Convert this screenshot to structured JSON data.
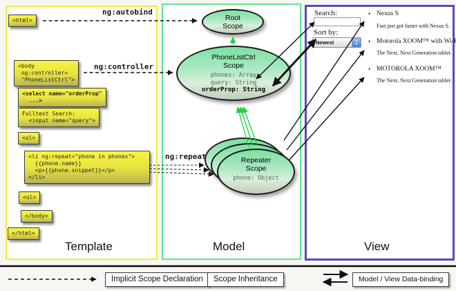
{
  "columns": {
    "template": "Template",
    "model": "Model",
    "view": "View"
  },
  "labels": {
    "autobind": "ng:autobind",
    "controller": "ng:controller",
    "repeat": "ng:repeat"
  },
  "template_code": {
    "html_open": "<html>",
    "body_open": "<body\n ng:controller=\n \"PhoneListCtrl\">",
    "select": "<select name=\"orderProp\"\n  ...>",
    "fulltext": "Fulltext Search:\n  <input name=\"query\">",
    "ul_open": "<ul>",
    "li_repeat": "<li ng:repeat=\"phone in phones\">\n  {{phone.name}}\n  <p>{{phone.snippet}}</p>\n</li>",
    "ul_close": "<ul>",
    "body_close": "</body>",
    "html_close": "</html>"
  },
  "scopes": {
    "root_title": "Root\nScope",
    "phonelist_title": "PhoneListCtrl\nScope",
    "phonelist_props": "phones: Array\nquery: String",
    "phonelist_bold_prop": "orderProp: String",
    "repeater_title": "Repeater\nScope",
    "repeater_prop": "phone: Object"
  },
  "view": {
    "search_label": "Search:",
    "sort_label": "Sort by:",
    "sort_value": "Newest",
    "items": [
      {
        "title": "Nexus S",
        "desc": "Fast just got faster with Nexus S."
      },
      {
        "title": "Motorola XOOM™ with Wi-Fi",
        "desc": "The Next, Next Generation tablet."
      },
      {
        "title": "MOTOROLA XOOM™",
        "desc": "The Next, Next Generation tablet."
      }
    ]
  },
  "legend": {
    "implicit": "Implicit Scope Declaration",
    "inheritance": "Scope Inheritance",
    "binding": "Model / View Data-binding"
  },
  "icons": {
    "stepper_up": "▲",
    "stepper_down": "▼",
    "bullet": "•"
  },
  "colors": {
    "template_border": "#f1ed3a",
    "model_border": "#5ce88c",
    "view_border": "#5b45c8",
    "scope_green": "#7de0a2",
    "inheritance_green": "#1dd23b",
    "code_box_yellow": "#f3ef3e"
  }
}
